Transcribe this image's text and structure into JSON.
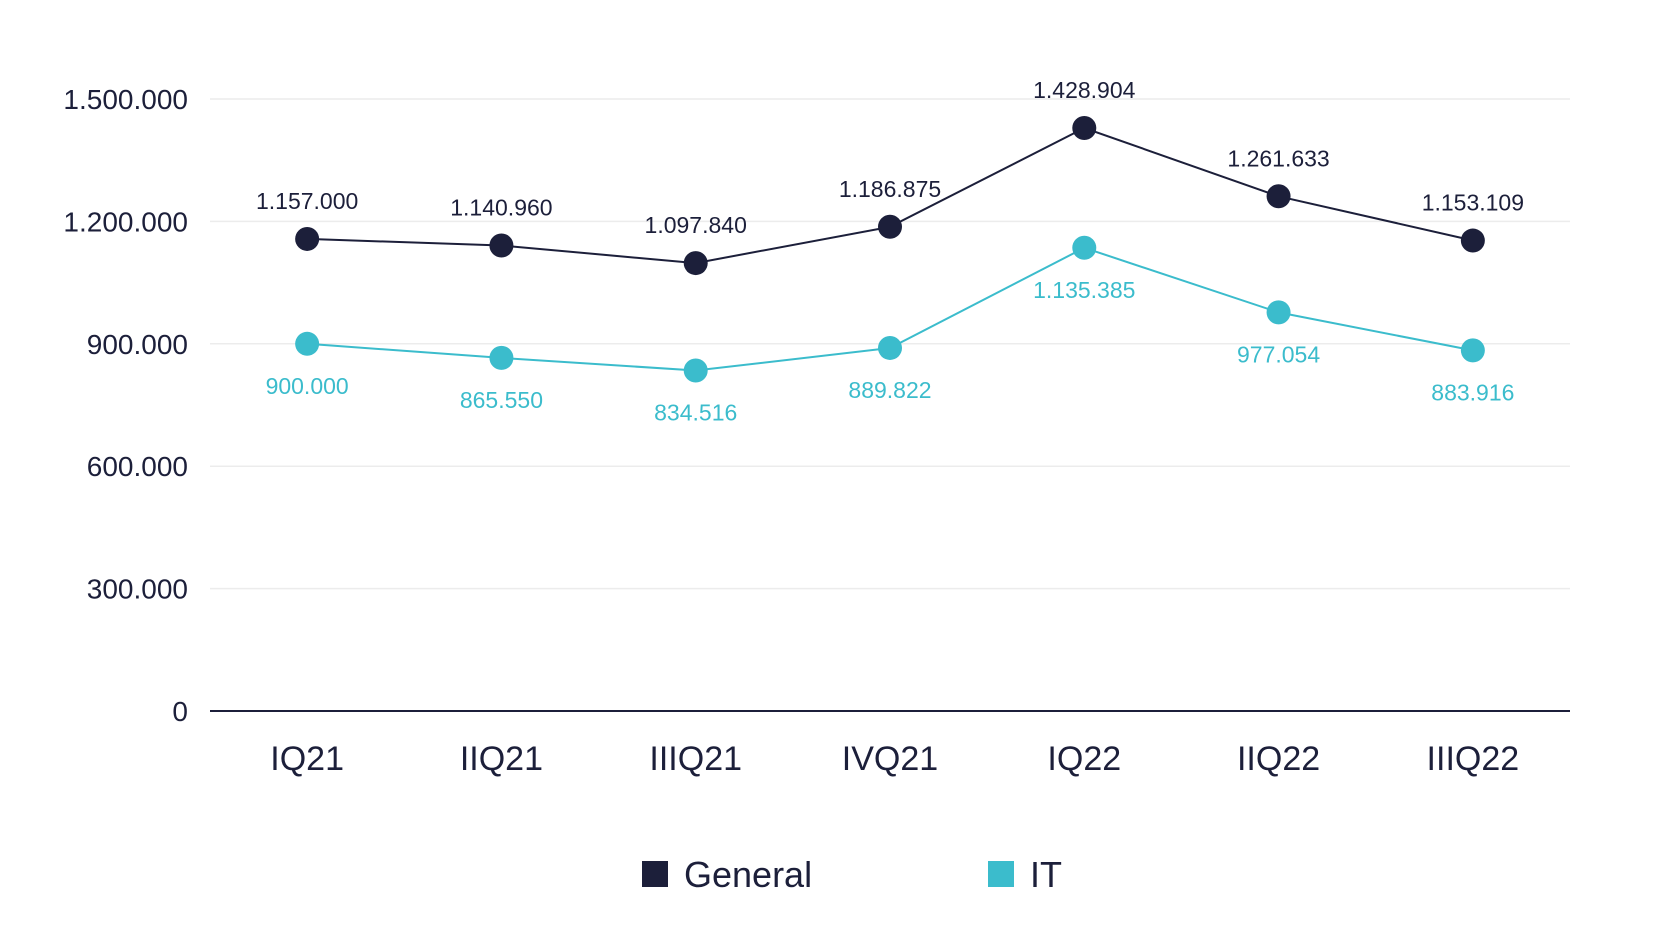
{
  "chart_data": {
    "type": "line",
    "categories": [
      "IQ21",
      "IIQ21",
      "IIIQ21",
      "IVQ21",
      "IQ22",
      "IIQ22",
      "IIIQ22"
    ],
    "series": [
      {
        "name": "General",
        "color": "#1c1f3a",
        "values": [
          1157000,
          1140960,
          1097840,
          1186875,
          1428904,
          1261633,
          1153109
        ],
        "labels": [
          "1.157.000",
          "1.140.960",
          "1.097.840",
          "1.186.875",
          "1.428.904",
          "1.261.633",
          "1.153.109"
        ],
        "label_position": "above"
      },
      {
        "name": "IT",
        "color": "#3bbccc",
        "values": [
          900000,
          865550,
          834516,
          889822,
          1135385,
          977054,
          883916
        ],
        "labels": [
          "900.000",
          "865.550",
          "834.516",
          "889.822",
          "1.135.385",
          "977.054",
          "883.916"
        ],
        "label_position": "below"
      }
    ],
    "yticks": [
      0,
      300000,
      600000,
      900000,
      1200000,
      1500000
    ],
    "ytick_labels": [
      "0",
      "300.000",
      "600.000",
      "900.000",
      "1.200.000",
      "1.500.000"
    ],
    "ylim": [
      0,
      1500000
    ],
    "grid": true,
    "legend_position": "bottom-center",
    "title": "",
    "xlabel": "",
    "ylabel": ""
  }
}
